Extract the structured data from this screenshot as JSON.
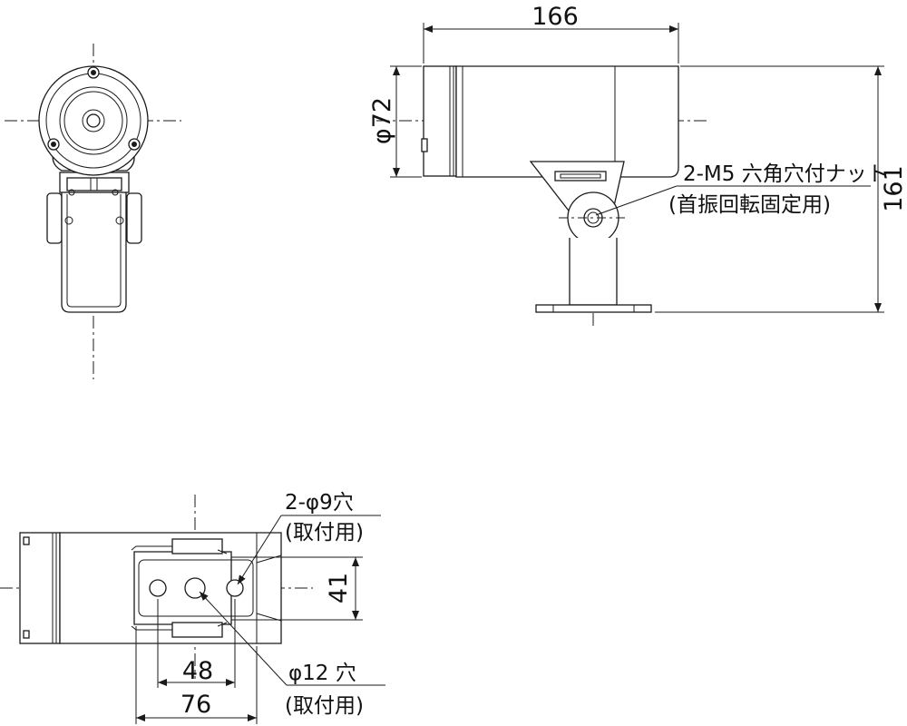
{
  "dimensions": {
    "length": "166",
    "diameter": "φ72",
    "height": "161",
    "bracket_width": "41",
    "hole_pitch": "48",
    "base_length": "76"
  },
  "callouts": {
    "nut_line1": "2-M5 六角穴付ナット",
    "nut_line2": "(首振回転固定用)",
    "hole9_line1": "2-φ9穴",
    "hole9_line2": "(取付用)",
    "hole12_line1": "φ12 穴",
    "hole12_line2": "(取付用)"
  }
}
